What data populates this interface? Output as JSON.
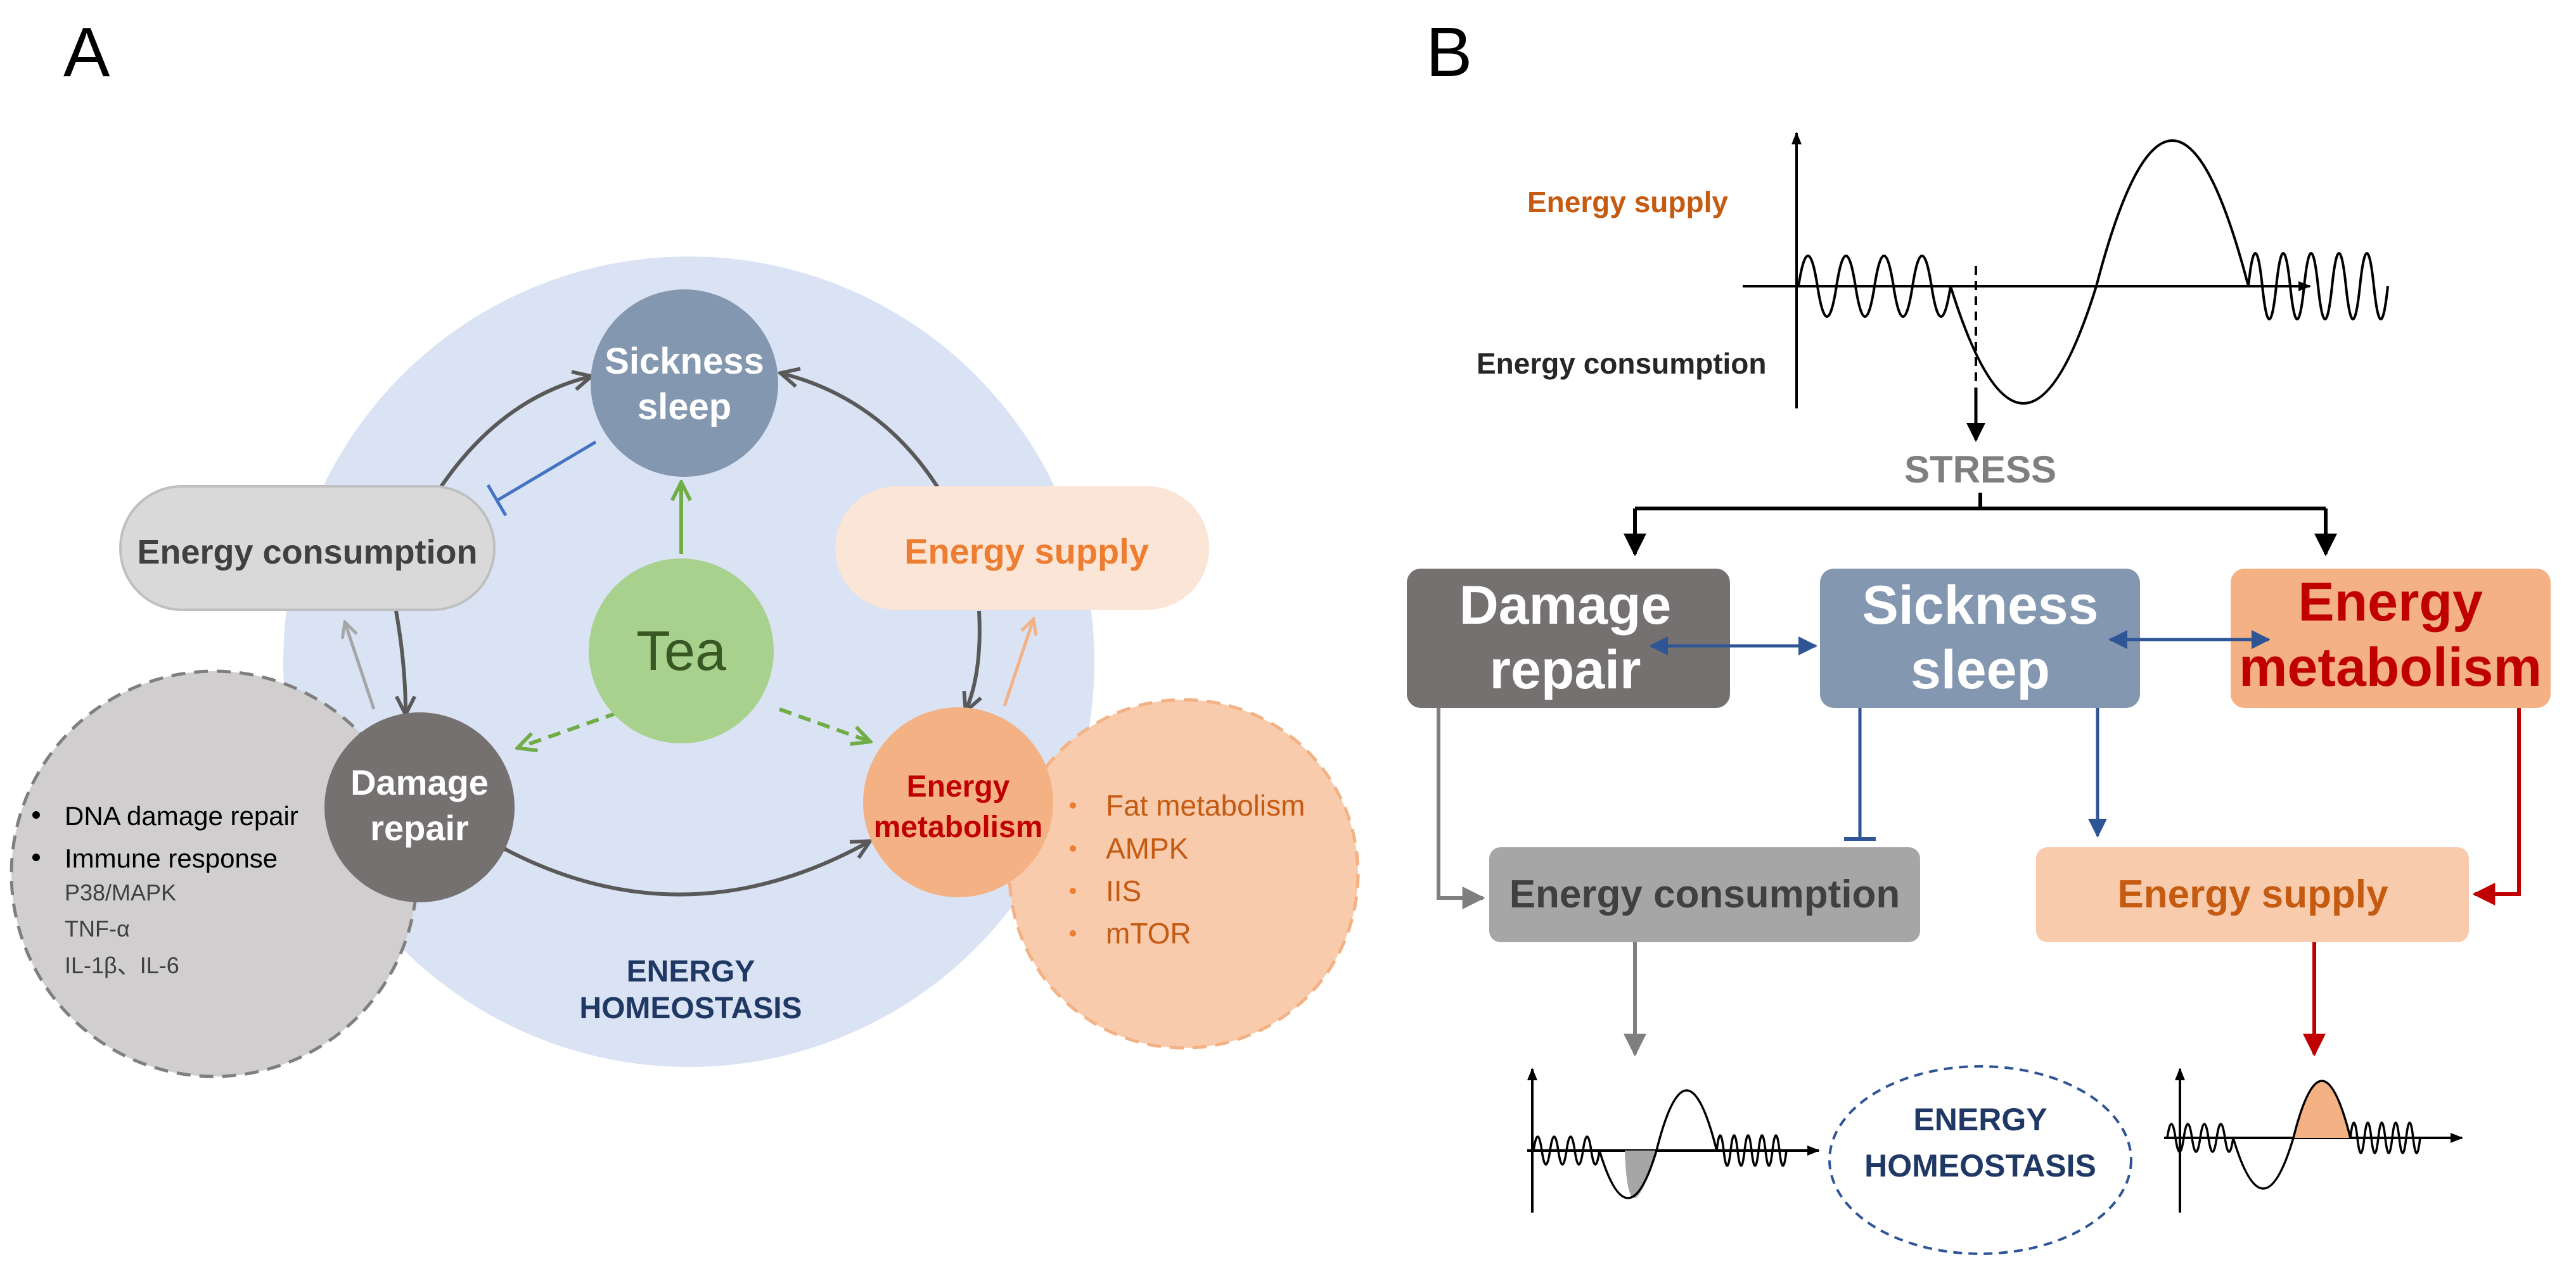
{
  "panel_a": {
    "label": "A",
    "nodes": {
      "sickness_sleep": [
        "Sickness",
        "sleep"
      ],
      "tea": "Tea",
      "damage_repair": [
        "Damage",
        "repair"
      ],
      "energy_metabolism": [
        "Energy",
        "metabolism"
      ],
      "energy_consumption": "Energy consumption",
      "energy_supply": "Energy supply"
    },
    "homeostasis_label": [
      "ENERGY",
      "HOMEOSTASIS"
    ],
    "damage_details": {
      "bullets": [
        "DNA damage repair",
        "Immune response"
      ],
      "sub_items": [
        "P38/MAPK",
        "TNF-α",
        "IL-1β、IL-6"
      ]
    },
    "metabolism_details": {
      "items": [
        "Fat metabolism",
        "AMPK",
        "IIS",
        "mTOR"
      ]
    }
  },
  "panel_b": {
    "label": "B",
    "wave_labels": {
      "supply": "Energy supply",
      "consumption": "Energy consumption"
    },
    "stress": "STRESS",
    "boxes": {
      "damage_repair": [
        "Damage",
        "repair"
      ],
      "sickness_sleep": [
        "Sickness",
        "sleep"
      ],
      "energy_metabolism": [
        "Energy",
        "metabolism"
      ],
      "energy_consumption": "Energy consumption",
      "energy_supply": "Energy supply"
    },
    "homeostasis_label": [
      "ENERGY",
      "HOMEOSTASIS"
    ]
  },
  "colors": {
    "homeostasis_bg": "#dae3f3",
    "sickness": "#8497b0",
    "tea": "#a9d18e",
    "damage": "#767171",
    "metabolism": "#f4b183",
    "metabolism_text": "#c00000",
    "consumption_bg": "#d9d9d9",
    "supply_bg": "#fbe5d6",
    "supply_text": "#ed7d31",
    "navy": "#203864",
    "blue_arrow": "#2f5597",
    "red_arrow": "#c00000"
  }
}
